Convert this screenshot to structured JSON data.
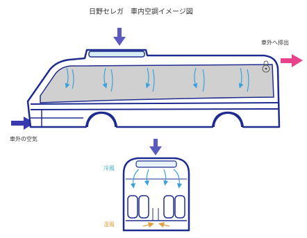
{
  "title": "日野セレガ　車内空調イメージ図",
  "labels": {
    "exhaust": "車外へ排出",
    "intake": "車外の空気",
    "cold_air": "冷風",
    "warm_air": "温風"
  },
  "colors": {
    "bus_outline": "#1e2b8f",
    "cabin_fill": "#d0d0d0",
    "intake_arrow": "#5b5bbf",
    "exhaust_arrow": "#e8438a",
    "airflow": "#3aa0dc",
    "cold_label": "#3fb0c0",
    "warm_label": "#e0a040"
  }
}
